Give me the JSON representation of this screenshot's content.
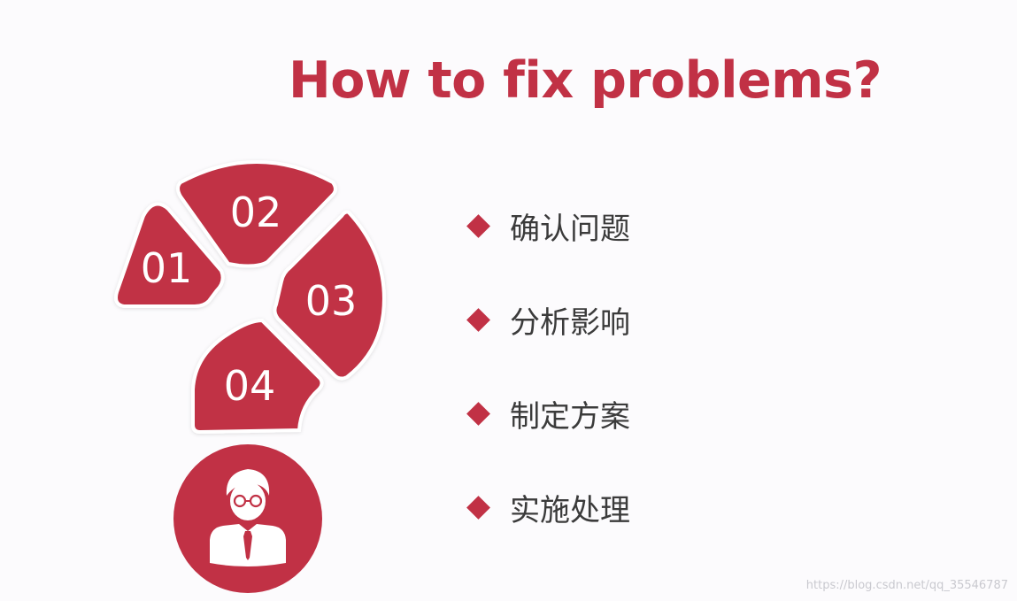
{
  "slide": {
    "title": "How to fix problems?",
    "segments": [
      {
        "number": "01"
      },
      {
        "number": "02"
      },
      {
        "number": "03"
      },
      {
        "number": "04"
      }
    ],
    "steps": [
      {
        "label": "确认问题"
      },
      {
        "label": "分析影响"
      },
      {
        "label": "制定方案"
      },
      {
        "label": "实施处理"
      }
    ],
    "accent_color": "#c13145",
    "person_icon": "businessman-with-glasses-icon"
  },
  "watermark": "https://blog.csdn.net/qq_35546787"
}
